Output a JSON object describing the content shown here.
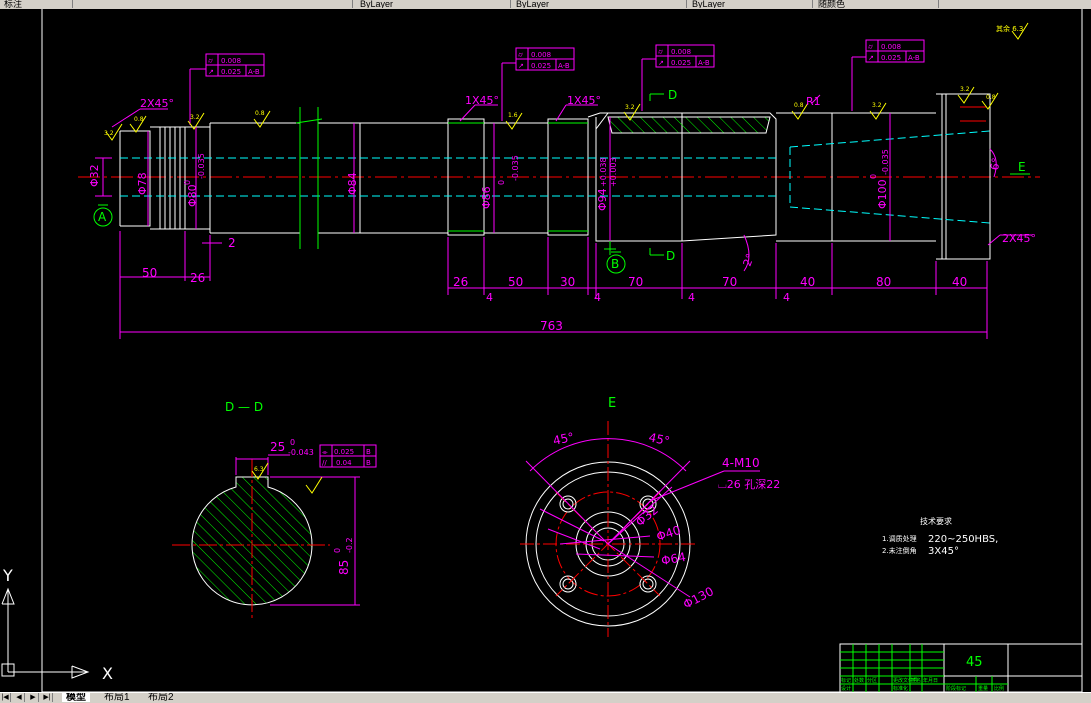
{
  "toolbar": {
    "tabs": [
      "标注",
      "ByLayer",
      "ByLayer",
      "ByLayer",
      "随颜色"
    ]
  },
  "layout_tabs": {
    "items": [
      "模型",
      "布局1",
      "布局2"
    ],
    "active_index": 0
  },
  "colors": {
    "background": "#000000",
    "outline": "#ffffff",
    "dimension": "#ff00ff",
    "centerline": "#ff0000",
    "hidden": "#00ffff",
    "text_green": "#00ff00",
    "hatch": "#00ff00",
    "frame": "#ffffff"
  },
  "drawing": {
    "main_dims": {
      "chamfer_left": "2X45°",
      "chamfer_mid1": "1X45°",
      "chamfer_mid2": "1X45°",
      "chamfer_right": "2X45°",
      "dia_32": "Φ32",
      "dia_78": "Φ78",
      "dia_80": "Φ80",
      "dia_80_tol": "-0.035",
      "dia_80_up": "0",
      "dia_84": "Φ84",
      "dia_86": "Φ86",
      "dia_86_tol": "-0.035",
      "dia_86_up": "0",
      "dia_94": "Φ94",
      "dia_94_tol_up": "+0.038",
      "dia_94_tol_dn": "+0.003",
      "dia_100": "Φ100",
      "dia_100_tol": "-0.035",
      "dia_100_up": "0",
      "len_50a": "50",
      "len_26a": "26",
      "len_2": "2",
      "len_26b": "26",
      "len_50b": "50",
      "len_30": "30",
      "len_70a": "70",
      "len_70b": "70",
      "len_40a": "40",
      "len_80": "80",
      "len_40b": "40",
      "len_4a": "4",
      "len_4b": "4",
      "len_4c": "4",
      "len_4d": "4",
      "total": "763",
      "angle_2": "2°",
      "angle_6": "6°",
      "radius": "R1"
    },
    "datums": {
      "a": "A",
      "b": "B",
      "d_top": "D",
      "d_bot": "D",
      "e": "E"
    },
    "tolerance_frames": [
      {
        "row1_sym": "⌭",
        "row1_val": "0.008",
        "row2_sym": "↗",
        "row2_val": "0.025",
        "row2_ref": "A-B"
      },
      {
        "row1_sym": "⌭",
        "row1_val": "0.008",
        "row2_sym": "↗",
        "row2_val": "0.025",
        "row2_ref": "A-B"
      },
      {
        "row1_sym": "⌭",
        "row1_val": "0.008",
        "row2_sym": "↗",
        "row2_val": "0.025",
        "row2_ref": "A-B"
      },
      {
        "row1_sym": "⌭",
        "row1_val": "0.008",
        "row2_sym": "↗",
        "row2_val": "0.025",
        "row2_ref": "A-B"
      }
    ],
    "roughness": [
      "3.2",
      "0.8",
      "3.2",
      "0.8",
      "1.6",
      "3.2",
      "0.8",
      "3.2",
      "3.2",
      "0.8",
      "6.3"
    ],
    "section_d": {
      "title": "D — D",
      "width": "25",
      "width_tol_up": "0",
      "width_tol_dn": "-0.043",
      "depth": "85",
      "depth_tol_up": "0",
      "depth_tol_dn": "-0.2",
      "frame_row1_sym": "⌯",
      "frame_row1_val": "0.025",
      "frame_row1_ref": "B",
      "frame_row2_sym": "//",
      "frame_row2_val": "0.04",
      "frame_row2_ref": "B"
    },
    "view_e": {
      "title": "E",
      "angle_l": "45°",
      "angle_r": "45°",
      "holes": "4-M10",
      "hole_depth": "⌴26 孔深22",
      "d32": "Φ32",
      "d40": "Φ40",
      "d64": "Φ64",
      "d130": "Φ130"
    },
    "notes": {
      "title": "技术要求",
      "line1_prefix": "1.调质处理",
      "line1_value": "220~250HBS,",
      "line2_prefix": "2.未注倒角",
      "line2_value": "3X45°"
    },
    "corner_mark": "其余 6.3",
    "title_block": {
      "material": "45",
      "cells": [
        "标记",
        "处数",
        "分区",
        "更改文件号",
        "签名",
        "年月日",
        "设计",
        "标准化",
        "阶段标记",
        "重量",
        "比例"
      ]
    },
    "ucs": {
      "x": "X",
      "y": "Y"
    }
  }
}
